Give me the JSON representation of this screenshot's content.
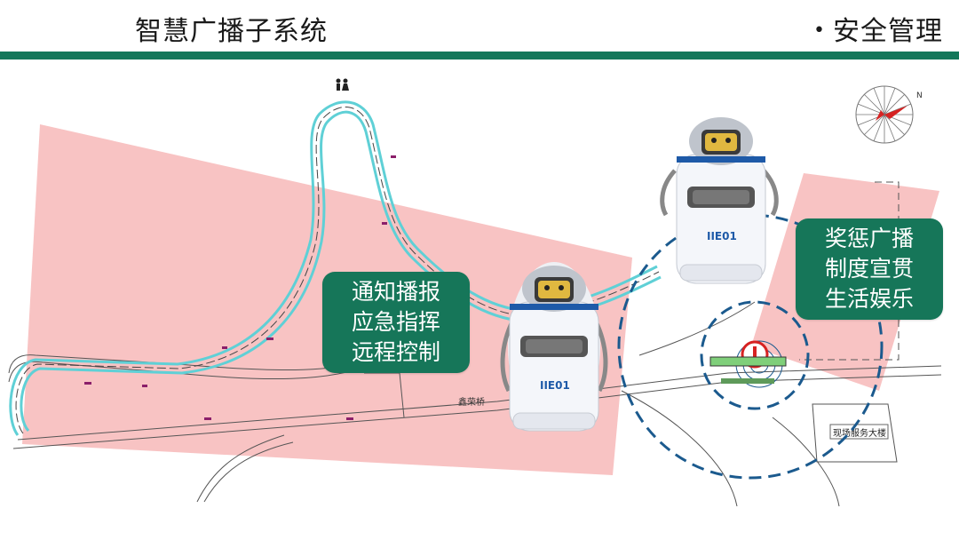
{
  "header": {
    "title": "智慧广播子系统",
    "section": "安全管理",
    "accent_color": "#14775a"
  },
  "callouts": {
    "left": {
      "lines": [
        "通知播报",
        "应急指挥",
        "远程控制"
      ]
    },
    "right": {
      "lines": [
        "奖惩广播",
        "制度宣贯",
        "生活娱乐"
      ]
    },
    "color": "#167659"
  },
  "map": {
    "coverage_color": "#f7b3b3",
    "signal_color": "#1b5a8e",
    "labels": {
      "building": "现场服务大楼",
      "bridge": "鑫荣桥",
      "north": "N"
    },
    "robot_badge": "IIE01",
    "icons": [
      "robot-icon",
      "compass-icon",
      "warning-marker-icon",
      "restroom-icon"
    ]
  }
}
